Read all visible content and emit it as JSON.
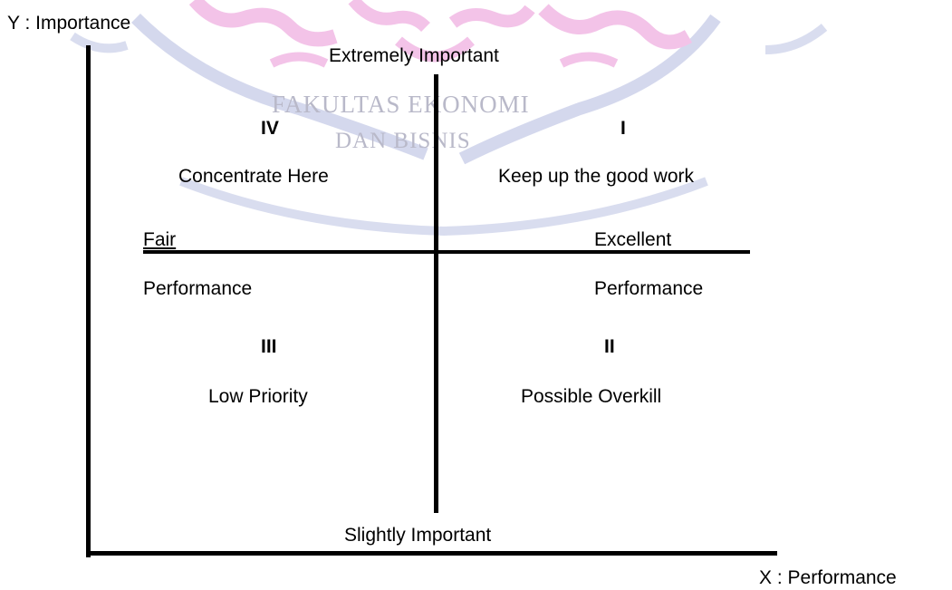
{
  "axes": {
    "y_label": "Y : Importance",
    "x_label": "X : Performance",
    "top_label": "Extremely Important",
    "bottom_label": "Slightly Important",
    "left_label_top": "Fair",
    "left_label_bottom": "Performance",
    "right_label_top": "Excellent",
    "right_label_bottom": "Performance"
  },
  "quadrants": {
    "q4": {
      "numeral": "IV",
      "caption": "Concentrate Here"
    },
    "q1": {
      "numeral": "I",
      "caption": "Keep up the good work"
    },
    "q3": {
      "numeral": "III",
      "caption": "Low Priority"
    },
    "q2": {
      "numeral": "II",
      "caption": "Possible Overkill"
    }
  },
  "watermark": {
    "line1": "FAKULTAS EKONOMI",
    "line2": "DAN BISNIS",
    "color_pink": "#f3c3e8",
    "color_blue": "#c9cee8",
    "color_text": "#b9b9c9"
  }
}
